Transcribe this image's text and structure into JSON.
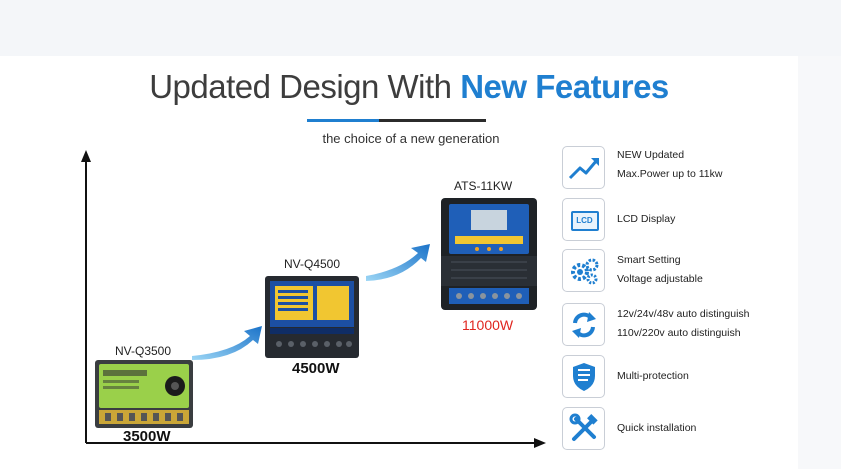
{
  "header": {
    "title_part1": "Updated Design With ",
    "title_part2": "New Features",
    "subtitle": "the choice of a new generation",
    "accent_color": "#1f7fd0"
  },
  "products": [
    {
      "model": "NV-Q3500",
      "power": "3500W"
    },
    {
      "model": "NV-Q4500",
      "power": "4500W"
    },
    {
      "model": "ATS-11KW",
      "power": "11000W",
      "power_color": "#e0261f"
    }
  ],
  "features": [
    {
      "icon": "trend-up-icon",
      "lines": [
        "NEW Updated",
        "Max.Power up to 11kw"
      ]
    },
    {
      "icon": "lcd-icon",
      "icon_label": "LCD",
      "lines": [
        "LCD Display"
      ]
    },
    {
      "icon": "gears-icon",
      "lines": [
        "Smart Setting",
        "Voltage adjustable"
      ]
    },
    {
      "icon": "refresh-icon",
      "lines": [
        "12v/24v/48v auto distinguish",
        "110v/220v auto distinguish"
      ]
    },
    {
      "icon": "shield-icon",
      "lines": [
        "Multi-protection"
      ]
    },
    {
      "icon": "tools-icon",
      "lines": [
        "Quick installation"
      ]
    }
  ]
}
